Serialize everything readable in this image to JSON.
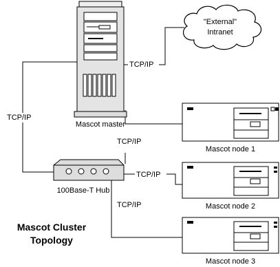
{
  "title_line1": "Mascot Cluster",
  "title_line2": "Topology",
  "cloud": {
    "line1": "\"External\"",
    "line2": "Intranet"
  },
  "master_label": "Mascot master",
  "hub_label": "100Base-T Hub",
  "protocol": "TCP/IP",
  "nodes": [
    {
      "label": "Mascot node 1"
    },
    {
      "label": "Mascot node 2"
    },
    {
      "label": "Mascot node 3"
    }
  ]
}
